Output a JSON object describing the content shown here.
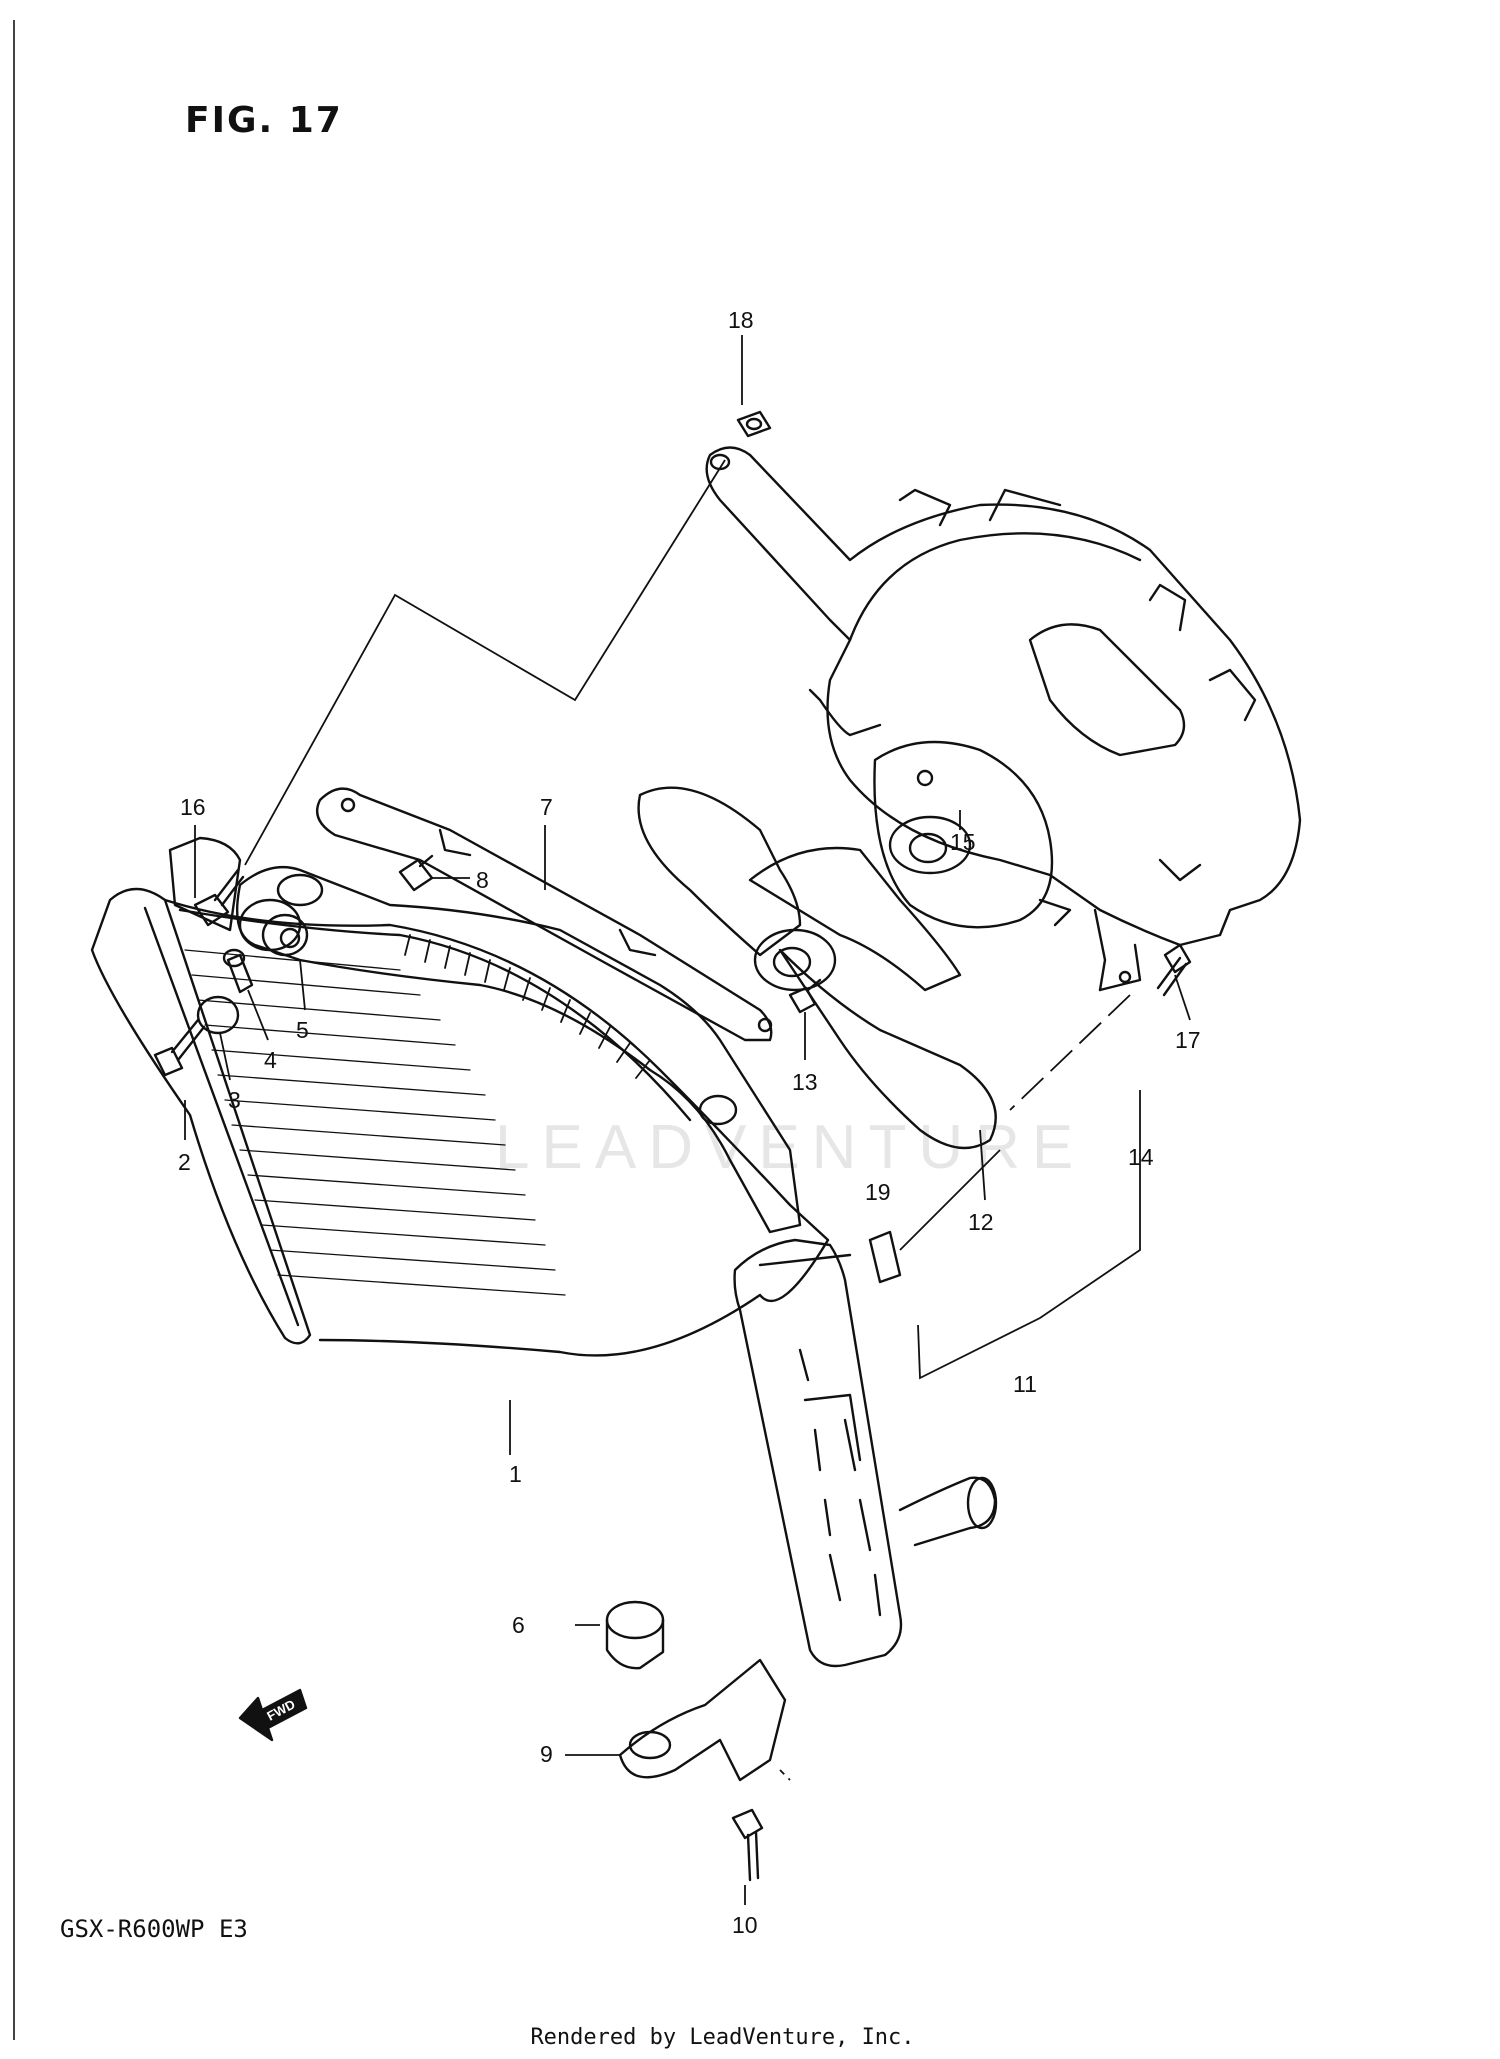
{
  "figure": {
    "title": "FIG. 17",
    "model_code": "GSX-R600WP  E3",
    "credit": "Rendered by LeadVenture, Inc."
  },
  "watermark": "LEADVENTURE",
  "fwd_label": "FWD",
  "callouts": [
    "1",
    "2",
    "3",
    "4",
    "5",
    "6",
    "7",
    "8",
    "9",
    "10",
    "11",
    "12",
    "13",
    "14",
    "15",
    "16",
    "17",
    "18",
    "19"
  ]
}
